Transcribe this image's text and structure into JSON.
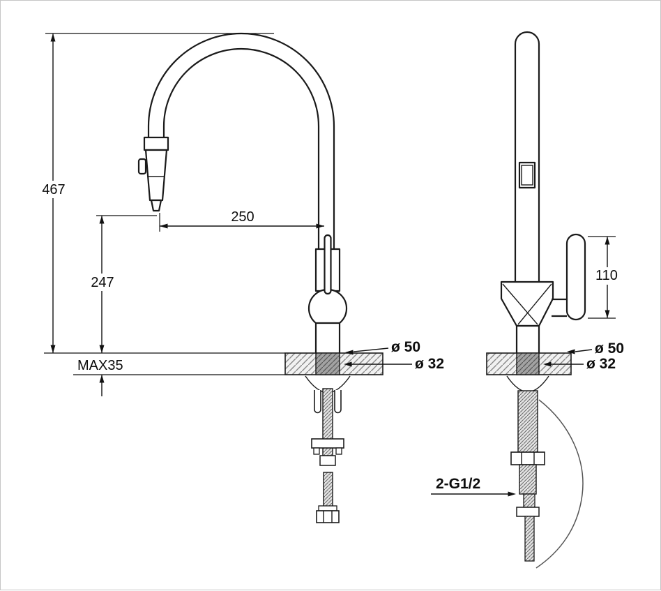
{
  "drawing": {
    "type": "faucet-installation-dimensions",
    "line_color": "#1a1a1a",
    "front_view": {
      "dim_total_height": "467",
      "dim_spout_height": "247",
      "dim_deck_thickness": "MAX35",
      "dim_spout_reach": "250",
      "dim_hole_outer": "ø 50",
      "dim_hole_inner": "ø 32"
    },
    "side_view": {
      "dim_handle_height": "110",
      "dim_hole_outer": "ø 50",
      "dim_hole_inner": "ø 32",
      "dim_thread": "2-G1/2"
    }
  }
}
